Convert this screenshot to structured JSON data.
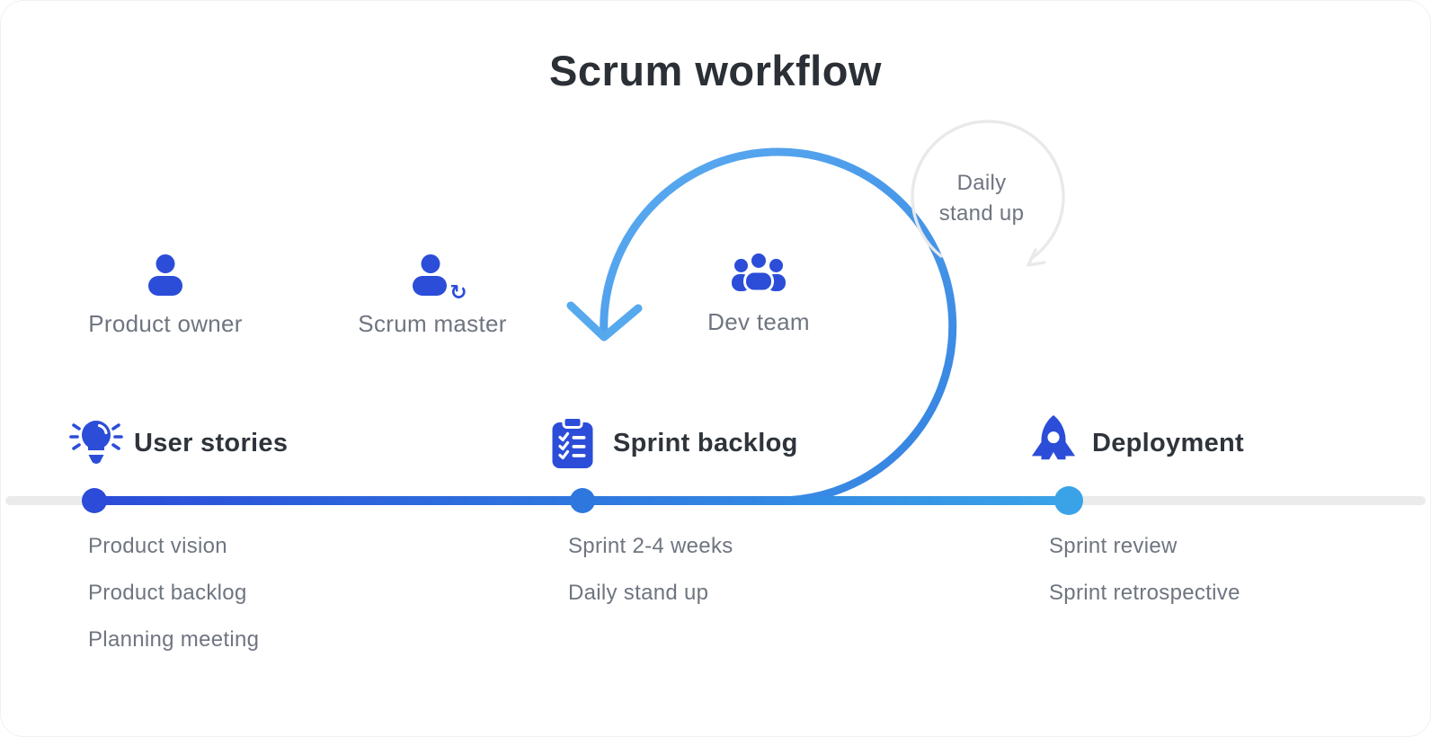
{
  "title": "Scrum workflow",
  "roles": [
    {
      "label": "Product owner",
      "icon": "user-icon"
    },
    {
      "label": "Scrum master",
      "icon": "user-sync-icon",
      "badge_glyph": "↻"
    },
    {
      "label": "Dev team",
      "icon": "users-icon"
    }
  ],
  "loop_label": {
    "line1": "Daily",
    "line2": "stand up"
  },
  "milestones": [
    {
      "title": "User stories",
      "icon": "lightbulb-icon",
      "items": [
        "Product vision",
        "Product backlog",
        "Planning meeting"
      ]
    },
    {
      "title": "Sprint backlog",
      "icon": "clipboard-checklist-icon",
      "items": [
        "Sprint 2-4 weeks",
        "Daily stand up"
      ]
    },
    {
      "title": "Deployment",
      "icon": "rocket-icon",
      "items": [
        "Sprint review",
        "Sprint retrospective"
      ]
    }
  ],
  "colors": {
    "icon_blue": "#2b4dd8",
    "timeline_start_blue": "#2b4bd8",
    "timeline_mid_blue": "#2e77df",
    "timeline_end_blue": "#3aa3e8",
    "dot_user_stories": "#2b4bd8",
    "dot_sprint_backlog": "#2e77df",
    "dot_deployment": "#3aa3e8",
    "loop_deep_blue": "#3584e2",
    "loop_light_blue": "#5faff2",
    "loop_arrow_blue": "#57a9ee",
    "track_gray": "#ebebeb",
    "standup_arc_gray": "#e9e9e9",
    "title_text": "#2b2f36",
    "heading_text": "#2f343b",
    "muted_text": "#6f7580"
  }
}
